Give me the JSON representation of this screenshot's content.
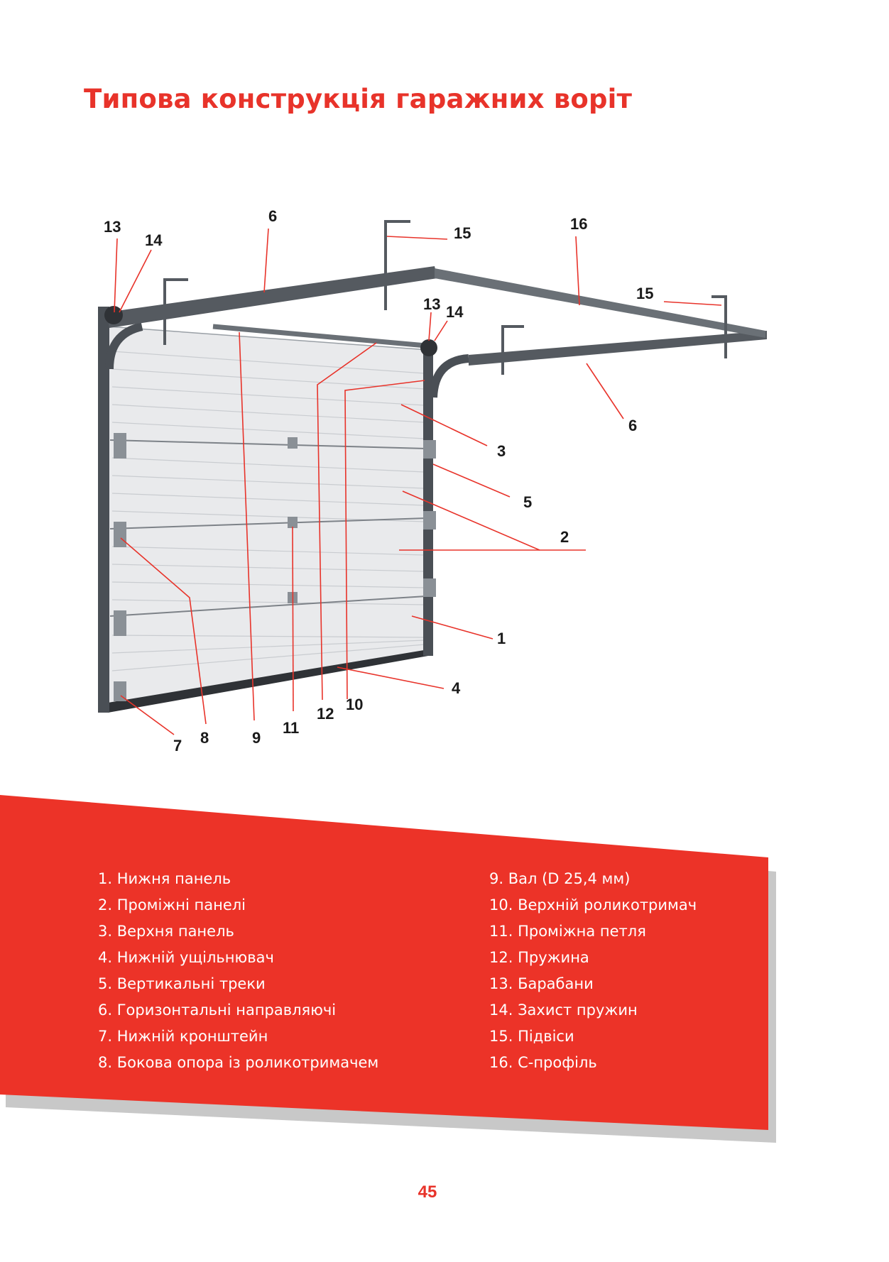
{
  "title": "Типова конструкція гаражних воріт",
  "callouts": {
    "c13a": "13",
    "c14a": "14",
    "c6a": "6",
    "c15a": "15",
    "c16": "16",
    "c15b": "15",
    "c13b": "13",
    "c14b": "14",
    "c6b": "6",
    "c3": "3",
    "c5": "5",
    "c2": "2",
    "c1": "1",
    "c4": "4",
    "c10": "10",
    "c12": "12",
    "c11": "11",
    "c9": "9",
    "c8": "8",
    "c7": "7"
  },
  "legend": {
    "left": [
      "1. Нижня панель",
      "2. Проміжні панелі",
      "3. Верхня панель",
      "4. Нижній ущільнювач",
      "5. Вертикальні треки",
      "6. Горизонтальні направляючі",
      "7. Нижній кронштейн",
      "8. Бокова опора із роликотримачем"
    ],
    "right": [
      "9.   Вал (D 25,4 мм)",
      "10. Верхній роликотримач",
      "11. Проміжна петля",
      "12. Пружина",
      "13. Барабани",
      "14. Захист пружин",
      "15. Підвіси",
      "16. C-профіль"
    ]
  },
  "page_number": "45",
  "colors": {
    "accent": "#e8332a",
    "frame": "#4a4f55",
    "panel": "#e9eaec"
  }
}
